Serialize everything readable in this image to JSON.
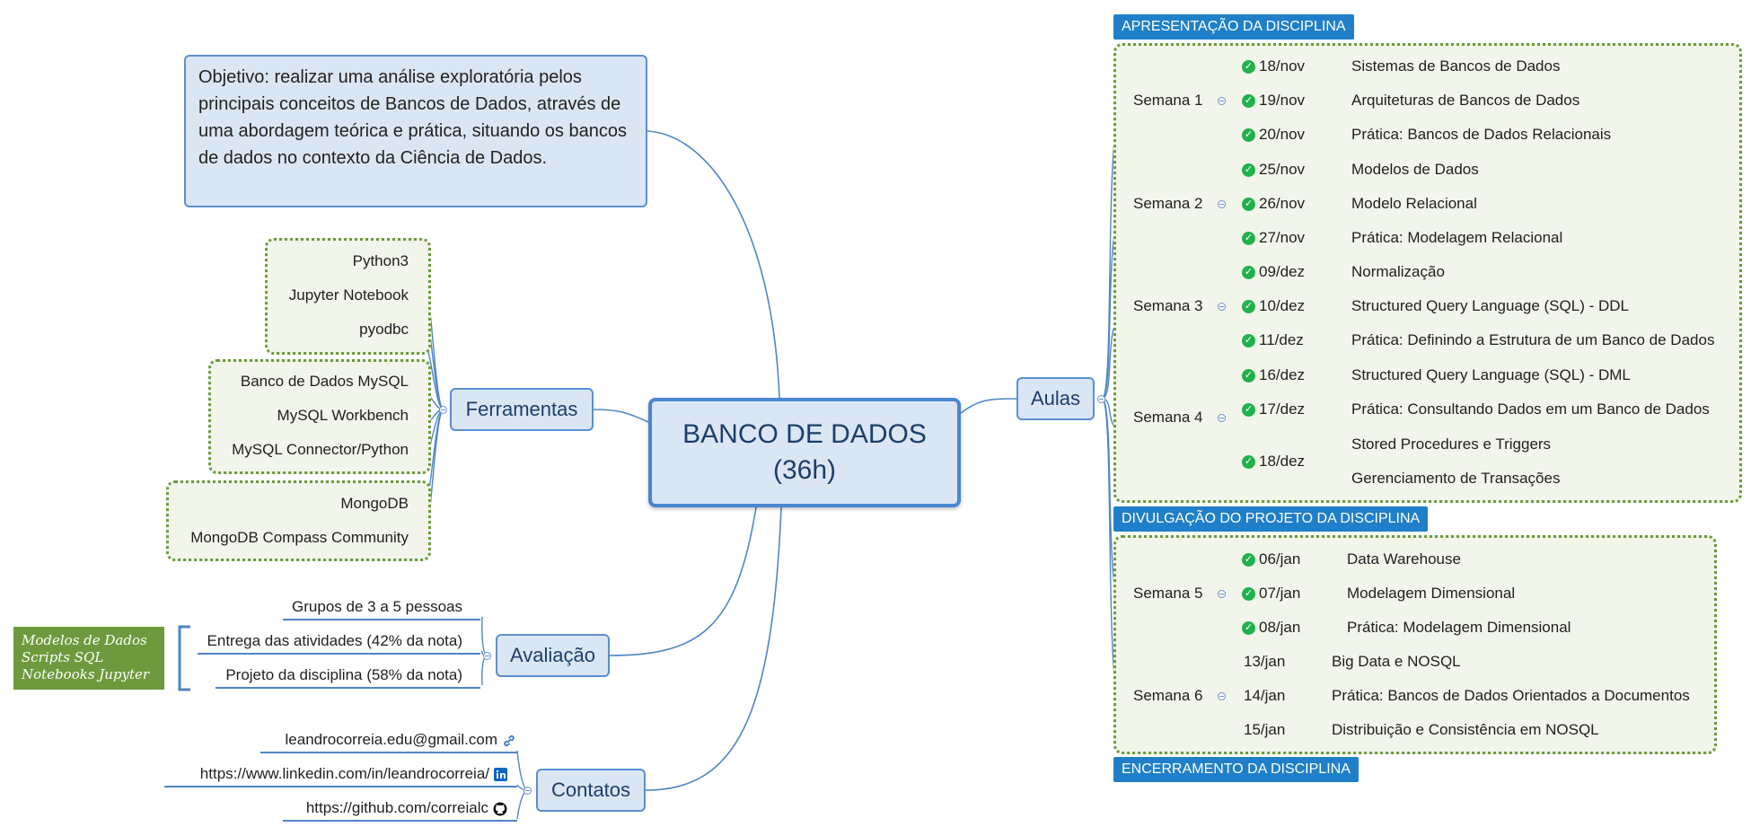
{
  "central": "BANCO DE DADOS\n(36h)",
  "objective": "Objetivo: realizar uma análise exploratória pelos principais conceitos de Bancos de Dados, através de uma abordagem teórica e prática, situando os bancos de dados no contexto da Ciência de Dados.",
  "ferramentas": {
    "label": "Ferramentas",
    "groups": [
      [
        "Python3",
        "Jupyter Notebook",
        "pyodbc"
      ],
      [
        "Banco de Dados MySQL",
        "MySQL Workbench",
        "MySQL Connector/Python"
      ],
      [
        "MongoDB",
        "MongoDB Compass Community"
      ]
    ]
  },
  "avaliacao": {
    "label": "Avaliação",
    "items": [
      "Grupos de 3 a 5 pessoas",
      "Entrega das atividades (42% da nota)",
      "Projeto da disciplina (58% da nota)"
    ],
    "note": [
      "Modelos de Dados",
      "Scripts SQL",
      "Notebooks Jupyter"
    ]
  },
  "contatos": {
    "label": "Contatos",
    "items": [
      {
        "text": "leandrocorreia.edu@gmail.com",
        "icon": "link-icon"
      },
      {
        "text": "https://www.linkedin.com/in/leandrocorreia/",
        "icon": "linkedin-icon"
      },
      {
        "text": "https://github.com/correialc",
        "icon": "github-icon"
      }
    ]
  },
  "aulas": {
    "label": "Aulas",
    "banners": [
      "APRESENTAÇÃO DA DISCIPLINA",
      "DIVULGAÇÃO DO PROJETO DA DISCIPLINA",
      "ENCERRAMENTO DA DISCIPLINA"
    ],
    "weeks": [
      {
        "label": "Semana 1",
        "days": [
          {
            "date": "18/nov",
            "done": true,
            "topics": [
              "Sistemas de Bancos de Dados"
            ]
          },
          {
            "date": "19/nov",
            "done": true,
            "topics": [
              "Arquiteturas de Bancos de Dados"
            ]
          },
          {
            "date": "20/nov",
            "done": true,
            "topics": [
              "Prática: Bancos de Dados Relacionais"
            ]
          }
        ]
      },
      {
        "label": "Semana 2",
        "days": [
          {
            "date": "25/nov",
            "done": true,
            "topics": [
              "Modelos de Dados"
            ]
          },
          {
            "date": "26/nov",
            "done": true,
            "topics": [
              "Modelo Relacional"
            ]
          },
          {
            "date": "27/nov",
            "done": true,
            "topics": [
              "Prática: Modelagem Relacional"
            ]
          }
        ]
      },
      {
        "label": "Semana 3",
        "days": [
          {
            "date": "09/dez",
            "done": true,
            "topics": [
              "Normalização"
            ]
          },
          {
            "date": "10/dez",
            "done": true,
            "topics": [
              "Structured Query Language (SQL) - DDL"
            ]
          },
          {
            "date": "11/dez",
            "done": true,
            "topics": [
              "Prática: Definindo a Estrutura de um Banco de Dados"
            ]
          }
        ]
      },
      {
        "label": "Semana 4",
        "days": [
          {
            "date": "16/dez",
            "done": true,
            "topics": [
              "Structured Query Language (SQL) - DML"
            ]
          },
          {
            "date": "17/dez",
            "done": true,
            "topics": [
              "Prática: Consultando Dados em um Banco de Dados"
            ]
          },
          {
            "date": "18/dez",
            "done": true,
            "topics": [
              "Stored Procedures e Triggers",
              "Gerenciamento de Transações"
            ]
          }
        ]
      },
      {
        "label": "Semana 5",
        "days": [
          {
            "date": "06/jan",
            "done": true,
            "topics": [
              "Data Warehouse"
            ]
          },
          {
            "date": "07/jan",
            "done": true,
            "topics": [
              "Modelagem Dimensional"
            ]
          },
          {
            "date": "08/jan",
            "done": true,
            "topics": [
              "Prática: Modelagem Dimensional"
            ]
          }
        ]
      },
      {
        "label": "Semana 6",
        "days": [
          {
            "date": "13/jan",
            "done": false,
            "topics": [
              "Big Data e NOSQL"
            ]
          },
          {
            "date": "14/jan",
            "done": false,
            "topics": [
              "Prática: Bancos de Dados Orientados a Documentos"
            ]
          },
          {
            "date": "15/jan",
            "done": false,
            "topics": [
              "Distribuição e Consistência em NOSQL"
            ]
          }
        ]
      }
    ]
  },
  "colors": {
    "branch": "#4f86c6",
    "central_border": "#4a86d0",
    "node_fill": "#dbe6f4",
    "group_border": "#6a9a3a",
    "banner": "#1f7fc8",
    "check": "#22b14c",
    "note": "#6e9a3d"
  }
}
